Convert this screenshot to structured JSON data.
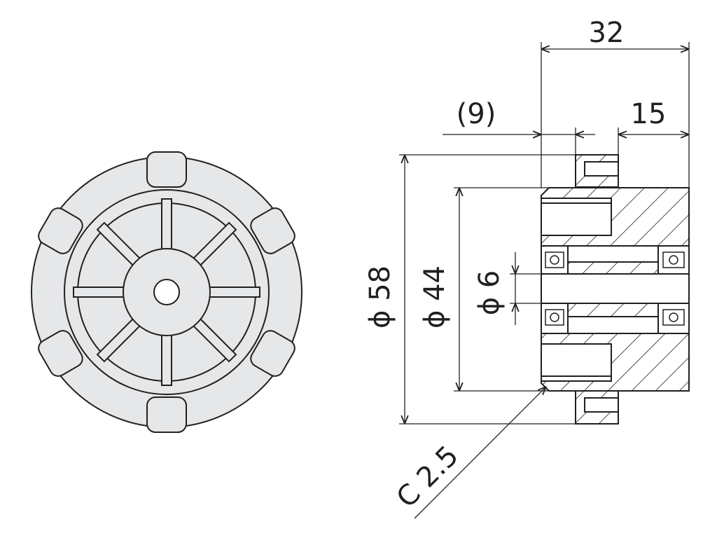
{
  "dimensions": {
    "overall_length": "32",
    "flange_offset": "(9)",
    "boss_length": "15",
    "outer_diameter": "ϕ 58",
    "body_diameter": "ϕ 44",
    "bore_diameter": "ϕ 6",
    "chamfer": "C 2.5"
  },
  "views": [
    "front-view",
    "section-view"
  ],
  "colors": {
    "part_fill": "#e6e7e8",
    "line": "#231f20",
    "background": "#ffffff"
  }
}
